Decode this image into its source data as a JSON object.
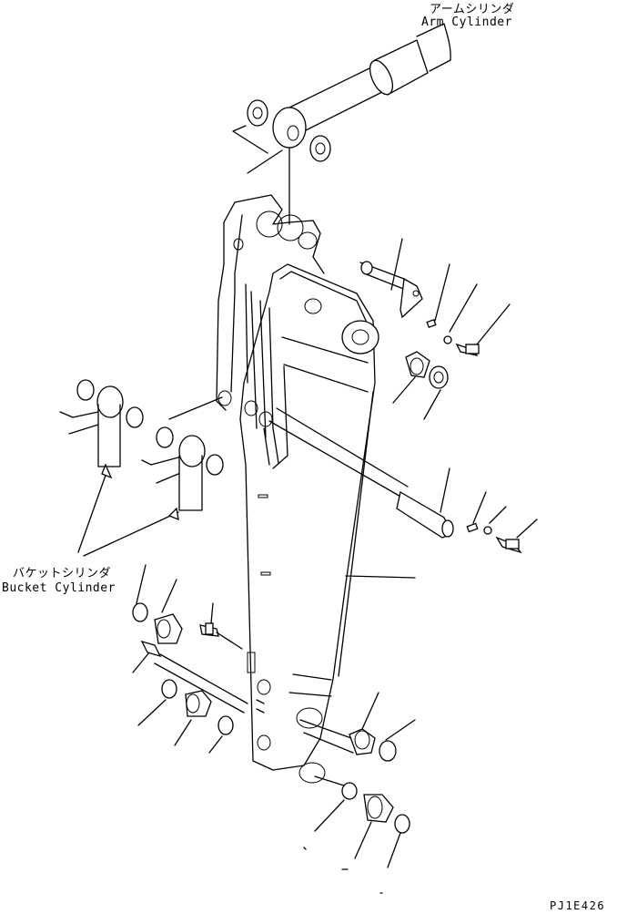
{
  "labels": {
    "arm_cylinder_jp": "アームシリンダ",
    "arm_cylinder_en": "Arm Cylinder",
    "bucket_cylinder_jp": "バケットシリンダ",
    "bucket_cylinder_en": "Bucket Cylinder",
    "figure_code": "PJ1E426"
  }
}
